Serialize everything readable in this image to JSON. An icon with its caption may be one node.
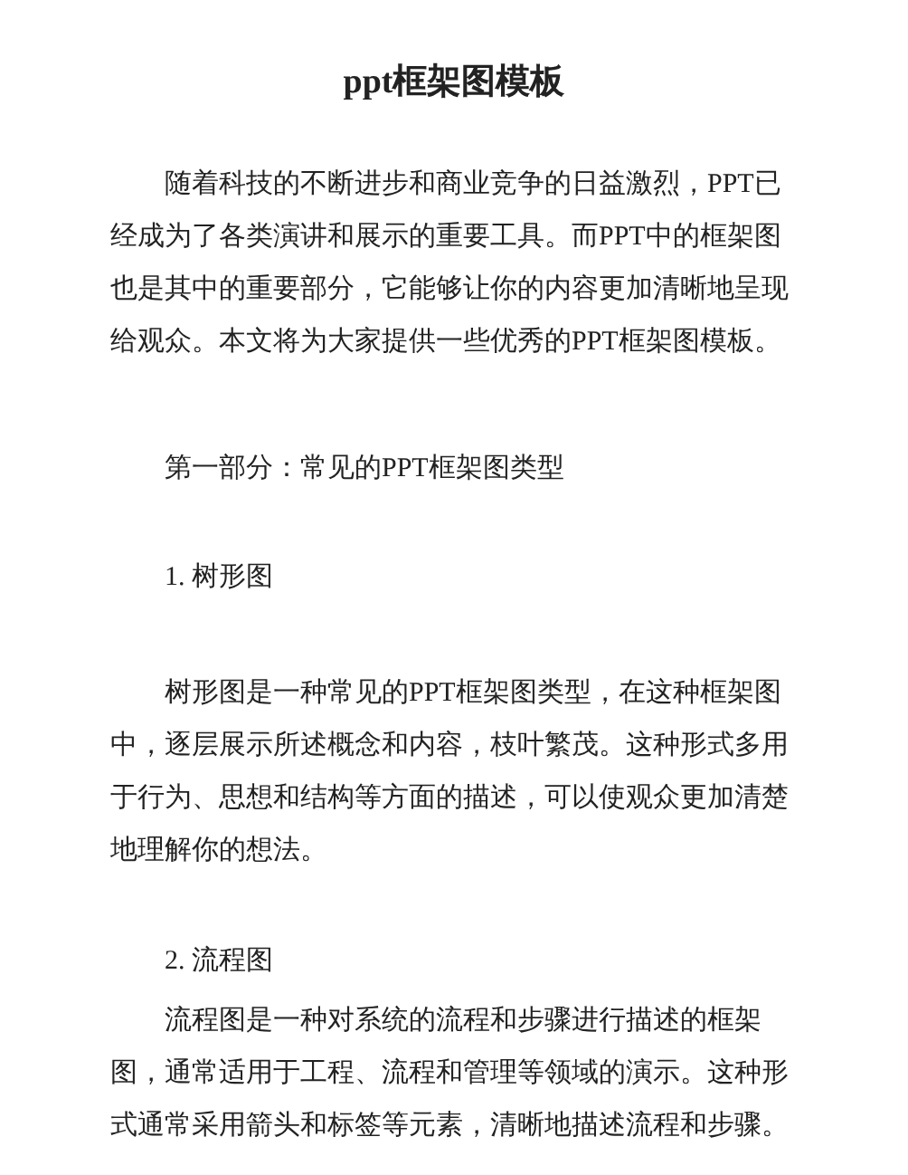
{
  "diagram": {
    "title": "ppt框架图模板",
    "labels": [
      "随着科技的不断进步和商业竞争的日益激烈，PPT已经成为了各类演讲和展示的重要工具。而PPT中的框架图也是其中的重要部分，它能够让你的内容更加清晰地呈现给观众。本文将为大家提供一些优秀的PPT框架图模板。",
      "第一部分：常见的PPT框架图类型",
      "1. 树形图",
      "树形图是一种常见的PPT框架图类型，在这种框架图中，逐层展示所述概念和内容，枝叶繁茂。这种形式多用于行为、思想和结构等方面的描述，可以使观众更加清楚地理解你的想法。",
      "2. 流程图",
      "流程图是一种对系统的流程和步骤进行描述的框架图，通常适用于工程、流程和管理等领域的演示。这种形式通常采用箭头和标签等元素，清晰地描述流程和步骤。"
    ]
  }
}
